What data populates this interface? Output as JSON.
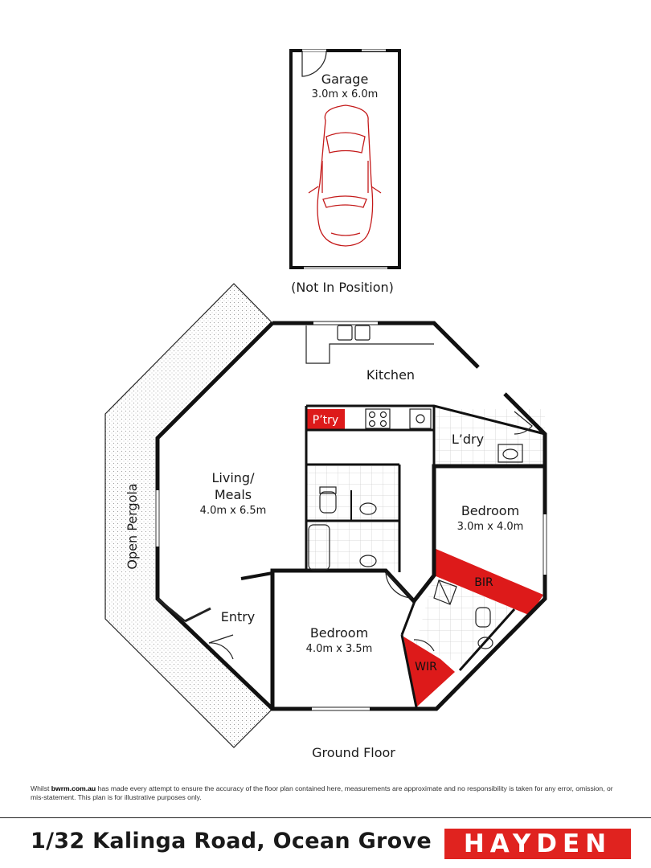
{
  "rooms": {
    "garage": {
      "name": "Garage",
      "dims": "3.0m x 6.0m",
      "note": "(Not  In Position)"
    },
    "kitchen": {
      "name": "Kitchen"
    },
    "pantry": {
      "name": "P’try"
    },
    "laundry": {
      "name": "L’dry"
    },
    "living": {
      "name_line1": "Living/",
      "name_line2": "Meals",
      "dims": "4.0m x 6.5m"
    },
    "bedroom2": {
      "name": "Bedroom",
      "dims": "3.0m x 4.0m"
    },
    "bedroom1": {
      "name": "Bedroom",
      "dims": "4.0m x 3.5m"
    },
    "entry": {
      "name": "Entry"
    },
    "bir": {
      "name": "BIR"
    },
    "wir": {
      "name": "WIR"
    },
    "pergola": {
      "name": "Open Pergola"
    }
  },
  "floor_label": "Ground Floor",
  "disclaimer": {
    "prefix": "Whilst ",
    "site": "bwrm.com.au",
    "text": " has made every attempt to ensure the accuracy of the floor plan contained here, measurements are approximate and no responsibility is taken for any error, omission, or mis-statement. This plan is for illustrative purposes only."
  },
  "footer": {
    "address": "1/32 Kalinga Road, Ocean Grove",
    "brand": "HAYDEN"
  },
  "colors": {
    "accent": "#dd1a1a",
    "brand": "#e0231f",
    "wall": "#111111"
  }
}
